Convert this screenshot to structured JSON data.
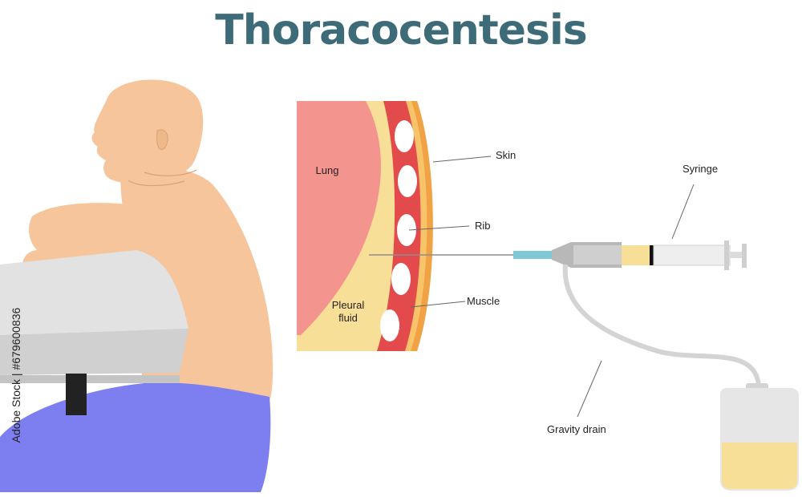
{
  "title": "Thoracocentesis",
  "labels": {
    "skin": "Skin",
    "syringe": "Syringe",
    "lung": "Lung",
    "rib": "Rib",
    "pleural_fluid": "Pleural\nfluid",
    "muscle": "Muscle",
    "gravity_drain": "Gravity drain"
  },
  "stock_id": "Adobe Stock | #679600836",
  "colors": {
    "title": "#3e6b78",
    "skin_tone": "#f7c59b",
    "lung": "#f4948f",
    "pleural_fluid": "#f8df97",
    "muscle": "#e24a4c",
    "skin_layer": "#f0a245",
    "pants": "#7d7ff0",
    "table": "#d9d9d9",
    "needle_hub": "#7fc9d6",
    "drain_fluid": "#f8df97"
  }
}
